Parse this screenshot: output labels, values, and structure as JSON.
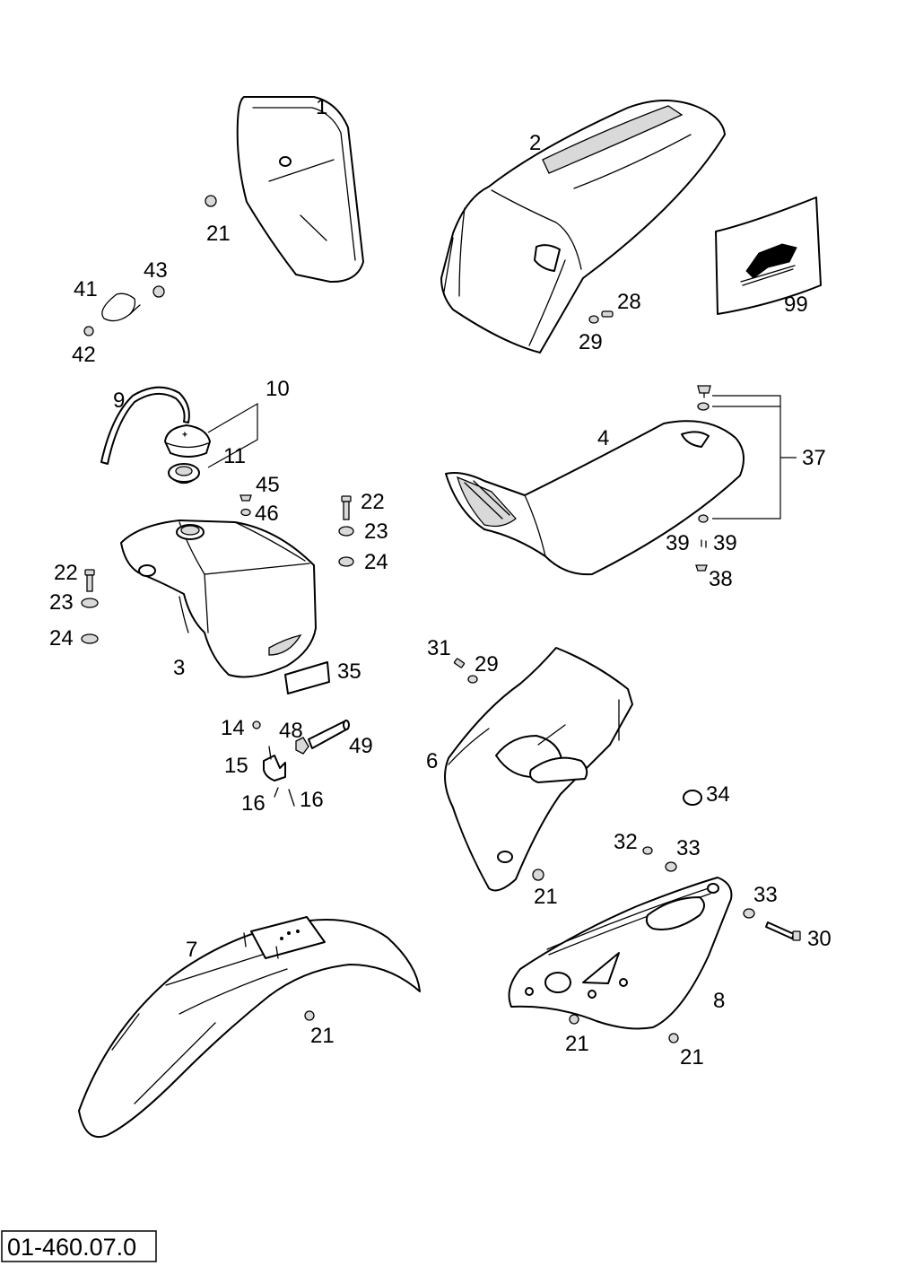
{
  "drawing_code": "01-460.07.0",
  "callouts": [
    {
      "id": "c1",
      "text": "1"
    },
    {
      "id": "c2",
      "text": "2"
    },
    {
      "id": "c21a",
      "text": "21"
    },
    {
      "id": "c99",
      "text": "99"
    },
    {
      "id": "c43",
      "text": "43"
    },
    {
      "id": "c41",
      "text": "41"
    },
    {
      "id": "c42",
      "text": "42"
    },
    {
      "id": "c28",
      "text": "28"
    },
    {
      "id": "c29a",
      "text": "29"
    },
    {
      "id": "c9",
      "text": "9"
    },
    {
      "id": "c10",
      "text": "10"
    },
    {
      "id": "c11",
      "text": "11"
    },
    {
      "id": "c4",
      "text": "4"
    },
    {
      "id": "c37",
      "text": "37"
    },
    {
      "id": "c45",
      "text": "45"
    },
    {
      "id": "c46",
      "text": "46"
    },
    {
      "id": "c22a",
      "text": "22"
    },
    {
      "id": "c23a",
      "text": "23"
    },
    {
      "id": "c24a",
      "text": "24"
    },
    {
      "id": "c22b",
      "text": "22"
    },
    {
      "id": "c23b",
      "text": "23"
    },
    {
      "id": "c24b",
      "text": "24"
    },
    {
      "id": "c39a",
      "text": "39"
    },
    {
      "id": "c39b",
      "text": "39"
    },
    {
      "id": "c38",
      "text": "38"
    },
    {
      "id": "c3",
      "text": "3"
    },
    {
      "id": "c35",
      "text": "35"
    },
    {
      "id": "c31",
      "text": "31"
    },
    {
      "id": "c29b",
      "text": "29"
    },
    {
      "id": "c14",
      "text": "14"
    },
    {
      "id": "c48",
      "text": "48"
    },
    {
      "id": "c49",
      "text": "49"
    },
    {
      "id": "c15",
      "text": "15"
    },
    {
      "id": "c6",
      "text": "6"
    },
    {
      "id": "c16a",
      "text": "16"
    },
    {
      "id": "c16b",
      "text": "16"
    },
    {
      "id": "c34",
      "text": "34"
    },
    {
      "id": "c32",
      "text": "32"
    },
    {
      "id": "c33a",
      "text": "33"
    },
    {
      "id": "c21b",
      "text": "21"
    },
    {
      "id": "c33b",
      "text": "33"
    },
    {
      "id": "c7",
      "text": "7"
    },
    {
      "id": "c30",
      "text": "30"
    },
    {
      "id": "c8",
      "text": "8"
    },
    {
      "id": "c21c",
      "text": "21"
    },
    {
      "id": "c21d",
      "text": "21"
    },
    {
      "id": "c21e",
      "text": "21"
    }
  ]
}
